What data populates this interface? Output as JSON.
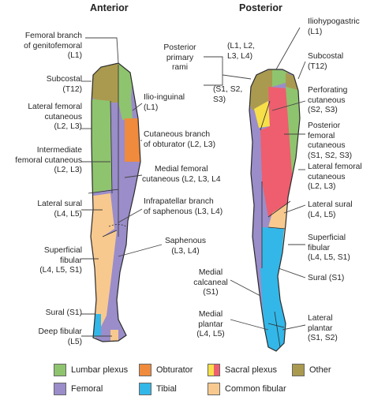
{
  "headings": {
    "anterior": "Anterior",
    "posterior": "Posterior"
  },
  "colors": {
    "lumbar_plexus": "#8fc46e",
    "obturator": "#f08a3c",
    "sacral_plexus_a": "#f7df4a",
    "sacral_plexus_b": "#ee5e6e",
    "other": "#aa9a50",
    "femoral": "#9a8dc9",
    "tibial": "#33b7e8",
    "common_fibular": "#f8c98e",
    "outline": "#2b2b2b"
  },
  "anterior_labels": {
    "femoral_genitofemoral": [
      "Femoral branch",
      "of genitofemoral",
      "(L1)"
    ],
    "subcostal": [
      "Subcostal",
      "(T12)"
    ],
    "lateral_femoral_cutaneous": [
      "Lateral femoral",
      "cutaneous",
      "(L2, L3)"
    ],
    "intermediate_femoral_cutaneous": [
      "Intermediate",
      "femoral cutaneous",
      "(L2, L3)"
    ],
    "lateral_sural": [
      "Lateral sural",
      "(L4, L5)"
    ],
    "superficial_fibular": [
      "Superficial",
      "fibular",
      "(L4, L5, S1)"
    ],
    "sural": "Sural (S1)",
    "deep_fibular": [
      "Deep fibular",
      "(L5)"
    ]
  },
  "middle_labels": {
    "ilio_inguinal": [
      "Ilio-inguinal",
      "(L1)"
    ],
    "cutaneous_obturator": [
      "Cutaneous branch",
      "of obturator (L2, L3)"
    ],
    "medial_femoral_cutaneous": [
      "Medial femoral",
      "cutaneous (L2, L3, L4"
    ],
    "infrapatellar_saphenous": [
      "Infrapatellar branch",
      "of saphenous (L3, L4)"
    ],
    "saphenous": [
      "Saphenous",
      "(L3, L4)"
    ],
    "posterior_primary_rami": [
      "Posterior",
      "primary",
      "rami"
    ],
    "rami_upper": [
      "(L1, L2,",
      "L3, L4)"
    ],
    "rami_lower": [
      "(S1, S2,",
      "S3)"
    ],
    "medial_calcaneal": [
      "Medial",
      "calcaneal",
      "(S1)"
    ],
    "medial_plantar": [
      "Medial",
      "plantar",
      "(L4, L5)"
    ]
  },
  "posterior_labels": {
    "iliohypogastric": [
      "Iliohypogastric",
      "(L1)"
    ],
    "subcostal": [
      "Subcostal",
      "(T12)"
    ],
    "perforating_cutaneous": [
      "Perforating",
      "cutaneous",
      "(S2, S3)"
    ],
    "posterior_femoral_cutaneous": [
      "Posterior",
      "femoral",
      "cutaneous",
      "(S1, S2, S3)"
    ],
    "lateral_femoral_cutaneous": [
      "Lateral femoral",
      "cutaneous",
      "(L2, L3)"
    ],
    "lateral_sural": [
      "Lateral sural",
      "(L4, L5)"
    ],
    "superficial_fibular": [
      "Superficial",
      "fibular",
      "(L4, L5, S1)"
    ],
    "sural": "Sural (S1)",
    "lateral_plantar": [
      "Lateral",
      "plantar",
      "(S1, S2)"
    ]
  },
  "legend": {
    "lumbar_plexus": "Lumbar plexus",
    "obturator": "Obturator",
    "sacral_plexus": "Sacral plexus",
    "other": "Other",
    "femoral": "Femoral",
    "tibial": "Tibial",
    "common_fibular": "Common fibular"
  }
}
